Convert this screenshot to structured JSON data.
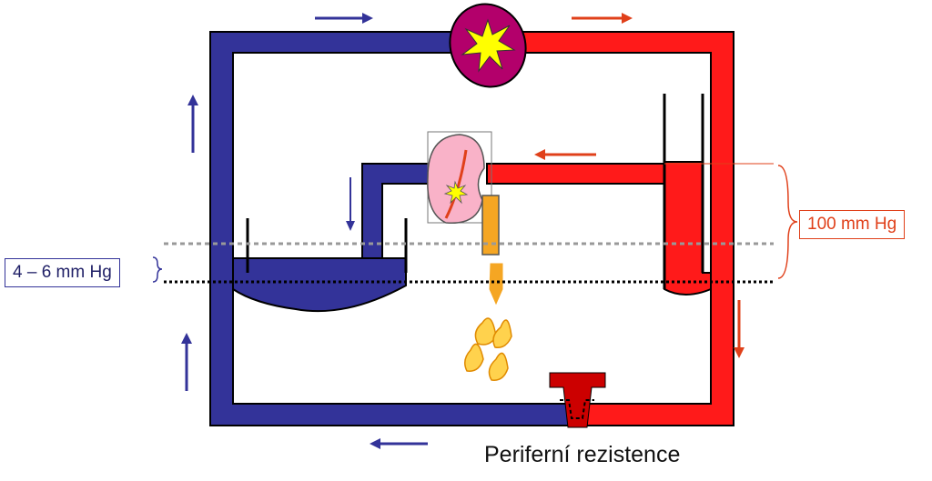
{
  "labels": {
    "venous_pressure": "4 – 6 mm Hg",
    "arterial_pressure": "100 mm Hg",
    "peripheral_resistance": "Periferní rezistence"
  },
  "colors": {
    "venous": "#333399",
    "arterial": "#ff1a1a",
    "arterial_dark": "#cc0000",
    "arrow_red": "#e0401a",
    "heart": "#b3006b",
    "spark": "#ffff00",
    "kidney": "#f9b2c8",
    "urine": "#f5a623",
    "urine_light": "#ffd24d",
    "resistor": "#cc0000",
    "level_line": "#999999"
  },
  "icons": [
    "heart-icon",
    "kidney-icon",
    "urine-drops-icon",
    "resistance-valve-icon"
  ]
}
